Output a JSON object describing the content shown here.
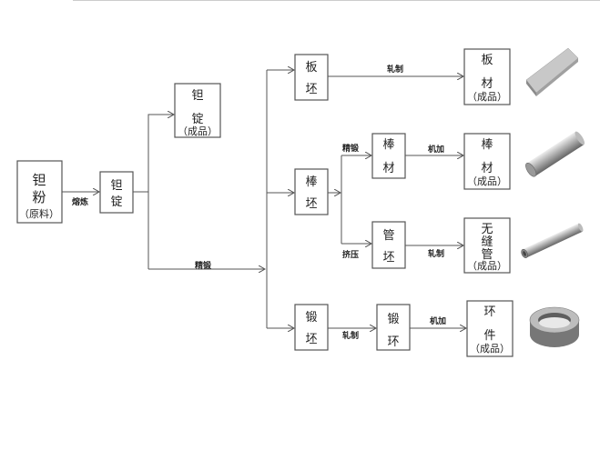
{
  "nodes": {
    "ta_powder": {
      "l1": "钽",
      "l2": "粉",
      "note": "（原料）"
    },
    "ta_ingot": {
      "l1": "钽",
      "l2": "锭"
    },
    "ta_ingot_product": {
      "l1": "钽",
      "l2": "锭",
      "note": "（成品）"
    },
    "slab": {
      "l1": "板",
      "l2": "坯"
    },
    "plate_product": {
      "l1": "板",
      "l2": "材",
      "note": "（成品）"
    },
    "bar_billet": {
      "l1": "棒",
      "l2": "坯"
    },
    "bar": {
      "l1": "棒",
      "l2": "材"
    },
    "bar_product": {
      "l1": "棒",
      "l2": "材",
      "note": "（成品）"
    },
    "tube_billet": {
      "l1": "管",
      "l2": "坯"
    },
    "seamless_tube_product": {
      "l1": "无",
      "l2": "缝",
      "l3": "管",
      "note": "（成品）"
    },
    "forging_billet": {
      "l1": "锻",
      "l2": "坯"
    },
    "forged_ring": {
      "l1": "锻",
      "l2": "环"
    },
    "ring_product": {
      "l1": "环",
      "l2": "件",
      "note": "（成品）"
    }
  },
  "edges": {
    "smelting": "熔炼",
    "precision_forging_main": "精锻",
    "rolling_plate": "轧制",
    "precision_forging_bar": "精锻",
    "machining_bar": "机加",
    "extrusion": "挤压",
    "rolling_tube": "轧制",
    "rolling_ring": "轧制",
    "machining_ring": "机加"
  }
}
